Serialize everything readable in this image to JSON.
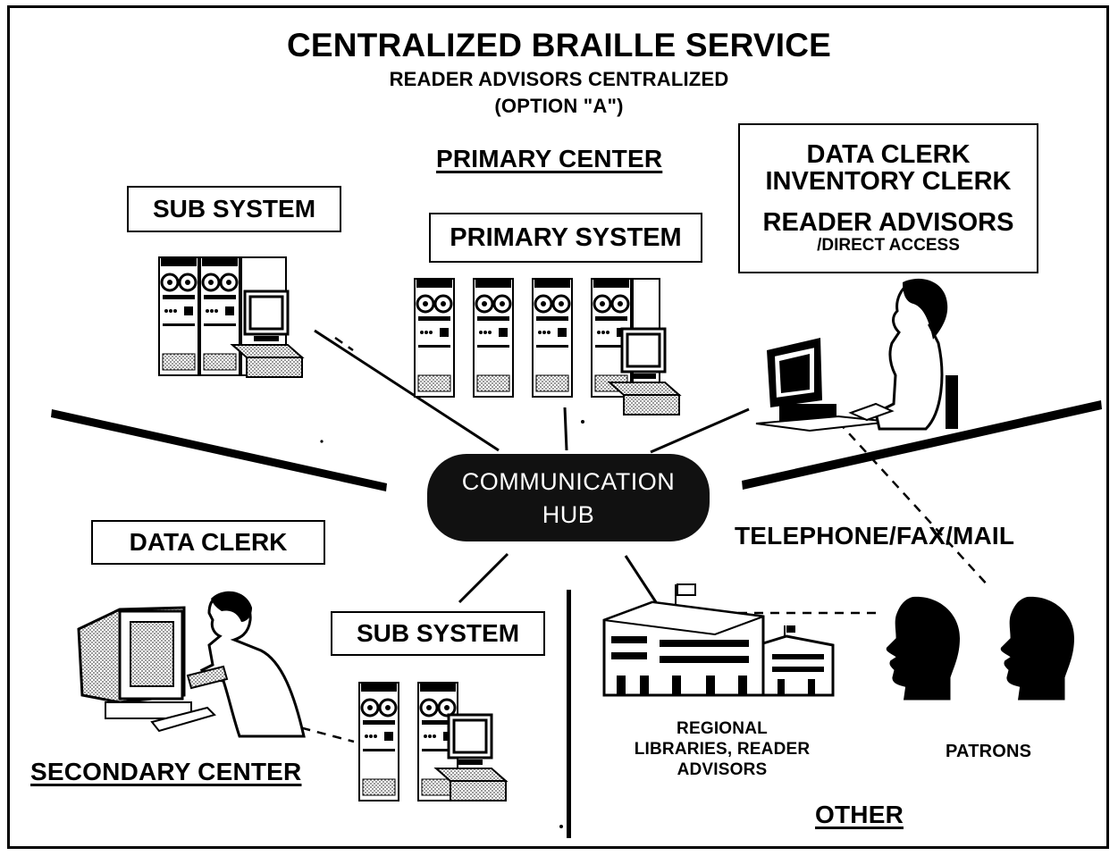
{
  "title": "CENTRALIZED BRAILLE SERVICE",
  "subtitle_1": "READER ADVISORS CENTRALIZED",
  "subtitle_2": "(OPTION \"A\")",
  "primary_center": {
    "heading": "PRIMARY CENTER",
    "system_label": "PRIMARY SYSTEM"
  },
  "sub_system_top": "SUB SYSTEM",
  "staff_box": {
    "line1": "DATA CLERK",
    "line2": "INVENTORY CLERK",
    "line3": "READER ADVISORS",
    "line4": "/DIRECT ACCESS"
  },
  "hub": {
    "line1": "COMMUNICATION",
    "line2": "HUB"
  },
  "telephone": "TELEPHONE/FAX/MAIL",
  "data_clerk": "DATA CLERK",
  "sub_system_bottom": "SUB SYSTEM",
  "secondary_center": "SECONDARY CENTER",
  "regional": {
    "line1": "REGIONAL",
    "line2": "LIBRARIES, READER",
    "line3": "ADVISORS"
  },
  "patrons": "PATRONS",
  "other": "OTHER",
  "colors": {
    "ink": "#000000",
    "paper": "#ffffff",
    "hub_fill": "#111111",
    "hatch": "#9a9a9a"
  }
}
